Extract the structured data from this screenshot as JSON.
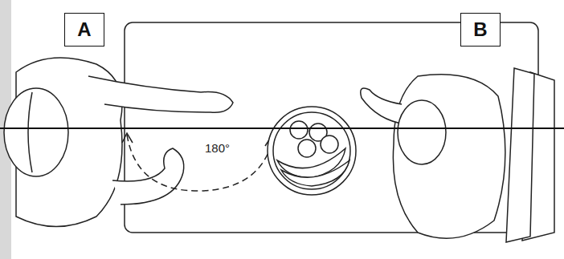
{
  "diagram": {
    "nodes": [
      {
        "text": [
          "A"
        ]
      },
      {
        "text": [
          "B"
        ]
      }
    ],
    "labels": [
      "180°"
    ]
  }
}
